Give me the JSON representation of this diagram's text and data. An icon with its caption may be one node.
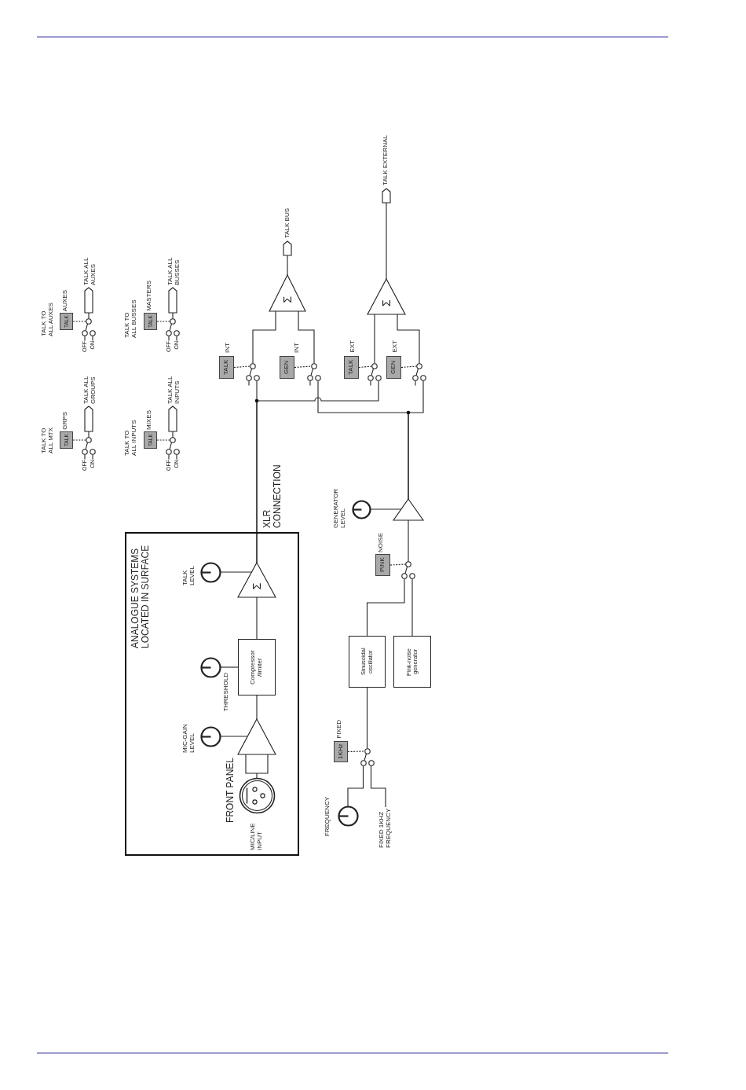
{
  "diagram": {
    "nodes": [
      {
        "text": [
          "TALK"
        ],
        "beside": [
          "GRPS"
        ]
      },
      {
        "text": [],
        "shape": "switch",
        "beside": [
          "OFF",
          "ON"
        ]
      },
      {
        "text": [
          "TALK ALL GROUPS"
        ]
      },
      {
        "text": [
          "TALK"
        ],
        "beside": [
          "AUXES"
        ]
      },
      {
        "text": [],
        "shape": "switch",
        "beside": [
          "OFF",
          "ON"
        ]
      },
      {
        "text": [
          "TALK ALL AUXES"
        ]
      },
      {
        "text": [
          "TALK"
        ],
        "beside": [
          "MIXES"
        ]
      },
      {
        "text": [],
        "shape": "switch",
        "beside": [
          "OFF",
          "ON"
        ]
      },
      {
        "text": [
          "TALK ALL INPUTS"
        ]
      },
      {
        "text": [
          "TALK"
        ],
        "beside": [
          "MASTERS"
        ]
      },
      {
        "text": [],
        "shape": "switch",
        "beside": [
          "OFF",
          "ON"
        ]
      },
      {
        "text": [
          "TALK ALL BUSSES"
        ]
      },
      {
        "text": [
          "ANALOGUE SYSTEMS LOCATED IN SURFACE"
        ]
      },
      {
        "text": [],
        "shape": "circle",
        "beside": [
          "MIC/LINE INPUT"
        ],
        "in": 12
      },
      {
        "text": [],
        "shape": "triangle",
        "in": 12
      },
      {
        "text": [],
        "shape": "circle",
        "beside": [
          "MIC-GAIN LEVEL"
        ],
        "in": 12
      },
      {
        "text": [
          "Compressor /limiter"
        ],
        "in": 12
      },
      {
        "text": [],
        "shape": "circle",
        "beside": [
          "THRESHOLD"
        ],
        "in": 12
      },
      {
        "text": [
          "Σ"
        ],
        "in": 12
      },
      {
        "text": [],
        "shape": "circle",
        "beside": [
          "TALK LEVEL"
        ],
        "in": 12
      },
      {
        "text": [
          "TALK"
        ],
        "beside": [
          "INT"
        ]
      },
      {
        "text": [],
        "shape": "switch"
      },
      {
        "text": [
          "GEN"
        ],
        "beside": [
          "INT"
        ]
      },
      {
        "text": [],
        "shape": "switch"
      },
      {
        "text": [
          "Σ"
        ]
      },
      {
        "text": [
          "TALK BUS"
        ]
      },
      {
        "text": [
          "TALK"
        ],
        "beside": [
          "EXT"
        ]
      },
      {
        "text": [],
        "shape": "switch"
      },
      {
        "text": [
          "GEN"
        ],
        "beside": [
          "EXT"
        ]
      },
      {
        "text": [],
        "shape": "switch"
      },
      {
        "text": [
          "Σ"
        ]
      },
      {
        "text": [
          "TALK EXTERNAL"
        ]
      },
      {
        "text": [],
        "shape": "triangle"
      },
      {
        "text": [],
        "shape": "circle",
        "beside": [
          "GENERATOR LEVEL"
        ]
      },
      {
        "text": [
          "PINK"
        ],
        "beside": [
          "NOISE"
        ]
      },
      {
        "text": [],
        "shape": "switch"
      },
      {
        "text": [
          "Sinusoidal oscillator"
        ]
      },
      {
        "text": [
          "Pink-noise generator"
        ]
      },
      {
        "text": [
          "1KHz"
        ],
        "beside": [
          "FIXED"
        ]
      },
      {
        "text": [],
        "shape": "switch"
      },
      {
        "text": [],
        "shape": "circle",
        "beside": [
          "FREQUENCY"
        ]
      },
      {
        "text": [
          "FIXED 1KHZ FREQUENCY"
        ]
      }
    ],
    "edges": [
      {
        "from": 0,
        "to": 1,
        "arrow": "none",
        "style": "dashed"
      },
      {
        "from": 1,
        "to": 2,
        "arrow": "none"
      },
      {
        "from": 3,
        "to": 4,
        "arrow": "none",
        "style": "dashed"
      },
      {
        "from": 4,
        "to": 5,
        "arrow": "none"
      },
      {
        "from": 6,
        "to": 7,
        "arrow": "none",
        "style": "dashed"
      },
      {
        "from": 7,
        "to": 8,
        "arrow": "none"
      },
      {
        "from": 9,
        "to": 10,
        "arrow": "none",
        "style": "dashed"
      },
      {
        "from": 10,
        "to": 11,
        "arrow": "none"
      },
      {
        "from": 13,
        "to": 14,
        "arrow": "none"
      },
      {
        "from": 15,
        "to": 14,
        "arrow": "none"
      },
      {
        "from": 14,
        "to": 16,
        "arrow": "none"
      },
      {
        "from": 17,
        "to": 16,
        "arrow": "none"
      },
      {
        "from": 16,
        "to": 18,
        "arrow": "none"
      },
      {
        "from": 19,
        "to": 18,
        "arrow": "none"
      },
      {
        "from": 18,
        "to": 21,
        "arrow": "none"
      },
      {
        "from": 18,
        "to": 27,
        "arrow": "none"
      },
      {
        "from": 20,
        "to": 21,
        "arrow": "none",
        "style": "dashed"
      },
      {
        "from": 21,
        "to": 24,
        "arrow": "none"
      },
      {
        "from": 22,
        "to": 23,
        "arrow": "none",
        "style": "dashed"
      },
      {
        "from": 23,
        "to": 24,
        "arrow": "none"
      },
      {
        "from": 24,
        "to": 25,
        "arrow": "none"
      },
      {
        "from": 26,
        "to": 27,
        "arrow": "none",
        "style": "dashed"
      },
      {
        "from": 27,
        "to": 30,
        "arrow": "none"
      },
      {
        "from": 28,
        "to": 29,
        "arrow": "none",
        "style": "dashed"
      },
      {
        "from": 29,
        "to": 30,
        "arrow": "none"
      },
      {
        "from": 30,
        "to": 31,
        "arrow": "none"
      },
      {
        "from": 32,
        "to": 23,
        "arrow": "none"
      },
      {
        "from": 32,
        "to": 29,
        "arrow": "none"
      },
      {
        "from": 33,
        "to": 32,
        "arrow": "none"
      },
      {
        "from": 34,
        "to": 35,
        "arrow": "none",
        "style": "dashed"
      },
      {
        "from": 35,
        "to": 32,
        "arrow": "none"
      },
      {
        "from": 36,
        "to": 35,
        "arrow": "none"
      },
      {
        "from": 37,
        "to": 35,
        "arrow": "none"
      },
      {
        "from": 38,
        "to": 39,
        "arrow": "none",
        "style": "dashed"
      },
      {
        "from": 39,
        "to": 36,
        "arrow": "none"
      },
      {
        "from": 40,
        "to": 39,
        "arrow": "none"
      },
      {
        "from": 41,
        "to": 39,
        "arrow": "none"
      }
    ],
    "labels": [
      "TALK TO ALL MTX",
      "TALK TO ALL AUXES",
      "TALK TO ALL INPUTS",
      "TALK TO ALL BUSSES",
      "XLR CONNECTION",
      "FRONT PANEL"
    ]
  }
}
